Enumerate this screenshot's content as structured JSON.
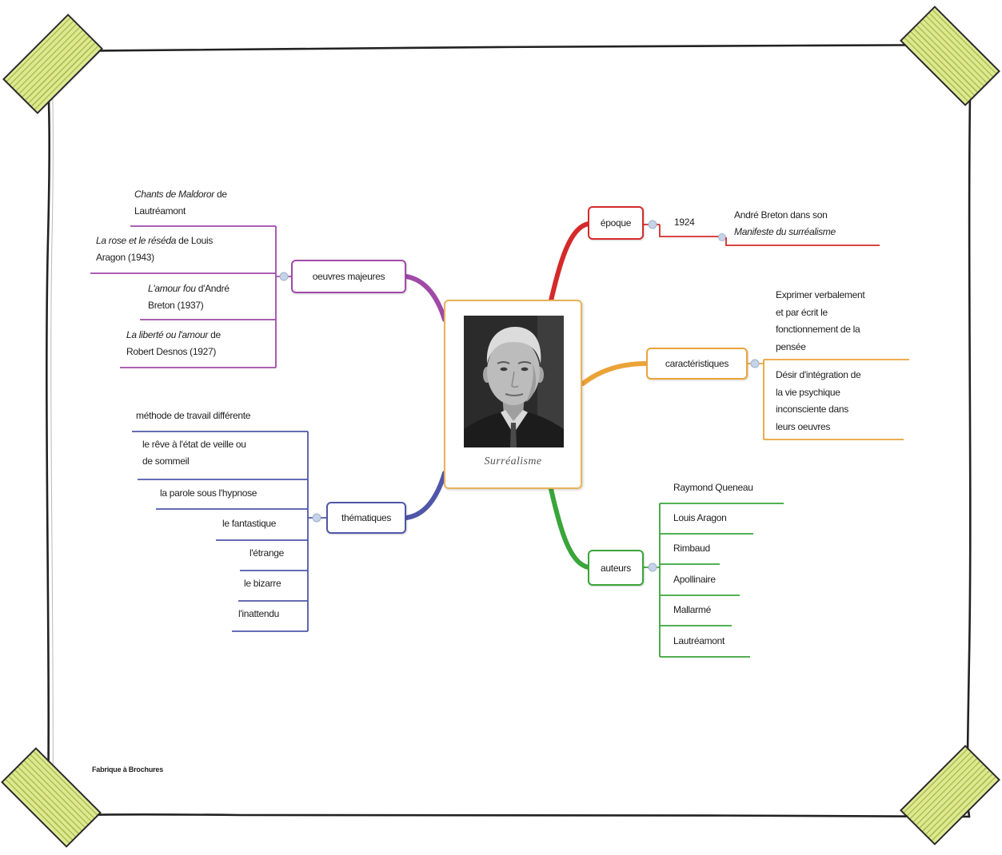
{
  "center": {
    "label": "Surréalisme",
    "image": "portrait-photo"
  },
  "branches": {
    "oeuvres": {
      "label": "oeuvres majeures",
      "color": "#a04aa8",
      "items": [
        {
          "title": "Chants de Maldoror",
          "rest": " de Lautréamont"
        },
        {
          "title": "La rose et le réséda",
          "rest": " de Louis Aragon (1943)"
        },
        {
          "title": "L'amour fou",
          "rest": " d'André Breton (1937)"
        },
        {
          "title": "La liberté ou l'amour",
          "rest": " de Robert Desnos (1927)"
        }
      ]
    },
    "thematiques": {
      "label": "thématiques",
      "color": "#4f57a8",
      "items": [
        "méthode de travail différente",
        "le rêve à l'état de veille ou de sommeil",
        "la parole sous l'hypnose",
        "le fantastique",
        "l'étrange",
        "le bizarre",
        "l'inattendu"
      ]
    },
    "epoque": {
      "label": "époque",
      "color": "#d42a2a",
      "year": "1924",
      "detail": {
        "text": "André Breton dans son ",
        "title": "Manifeste du surréalisme"
      }
    },
    "caracteristiques": {
      "label": "caractéristiques",
      "color": "#eba338",
      "items": [
        "Exprimer verbalement et par écrit le fonctionnement de la pensée",
        "Désir d'intégration de la vie psychique inconsciente dans leurs oeuvres"
      ]
    },
    "auteurs": {
      "label": "auteurs",
      "color": "#3aa53a",
      "items": [
        "Raymond Queneau",
        "Louis Aragon",
        "Rimbaud",
        "Apollinaire",
        "Mallarmé",
        "Lautréamont"
      ]
    }
  },
  "colors": {
    "center_border": "#e8b35c",
    "connector_bubble": "#c5d3e6",
    "tape": "#dde98f",
    "paper_outline": "#222222"
  },
  "decorations": {
    "corner_tape": "tape-icon",
    "connector": "collapse-bubble-icon"
  },
  "footer": {
    "credit": "Fabrique à Brochures"
  }
}
